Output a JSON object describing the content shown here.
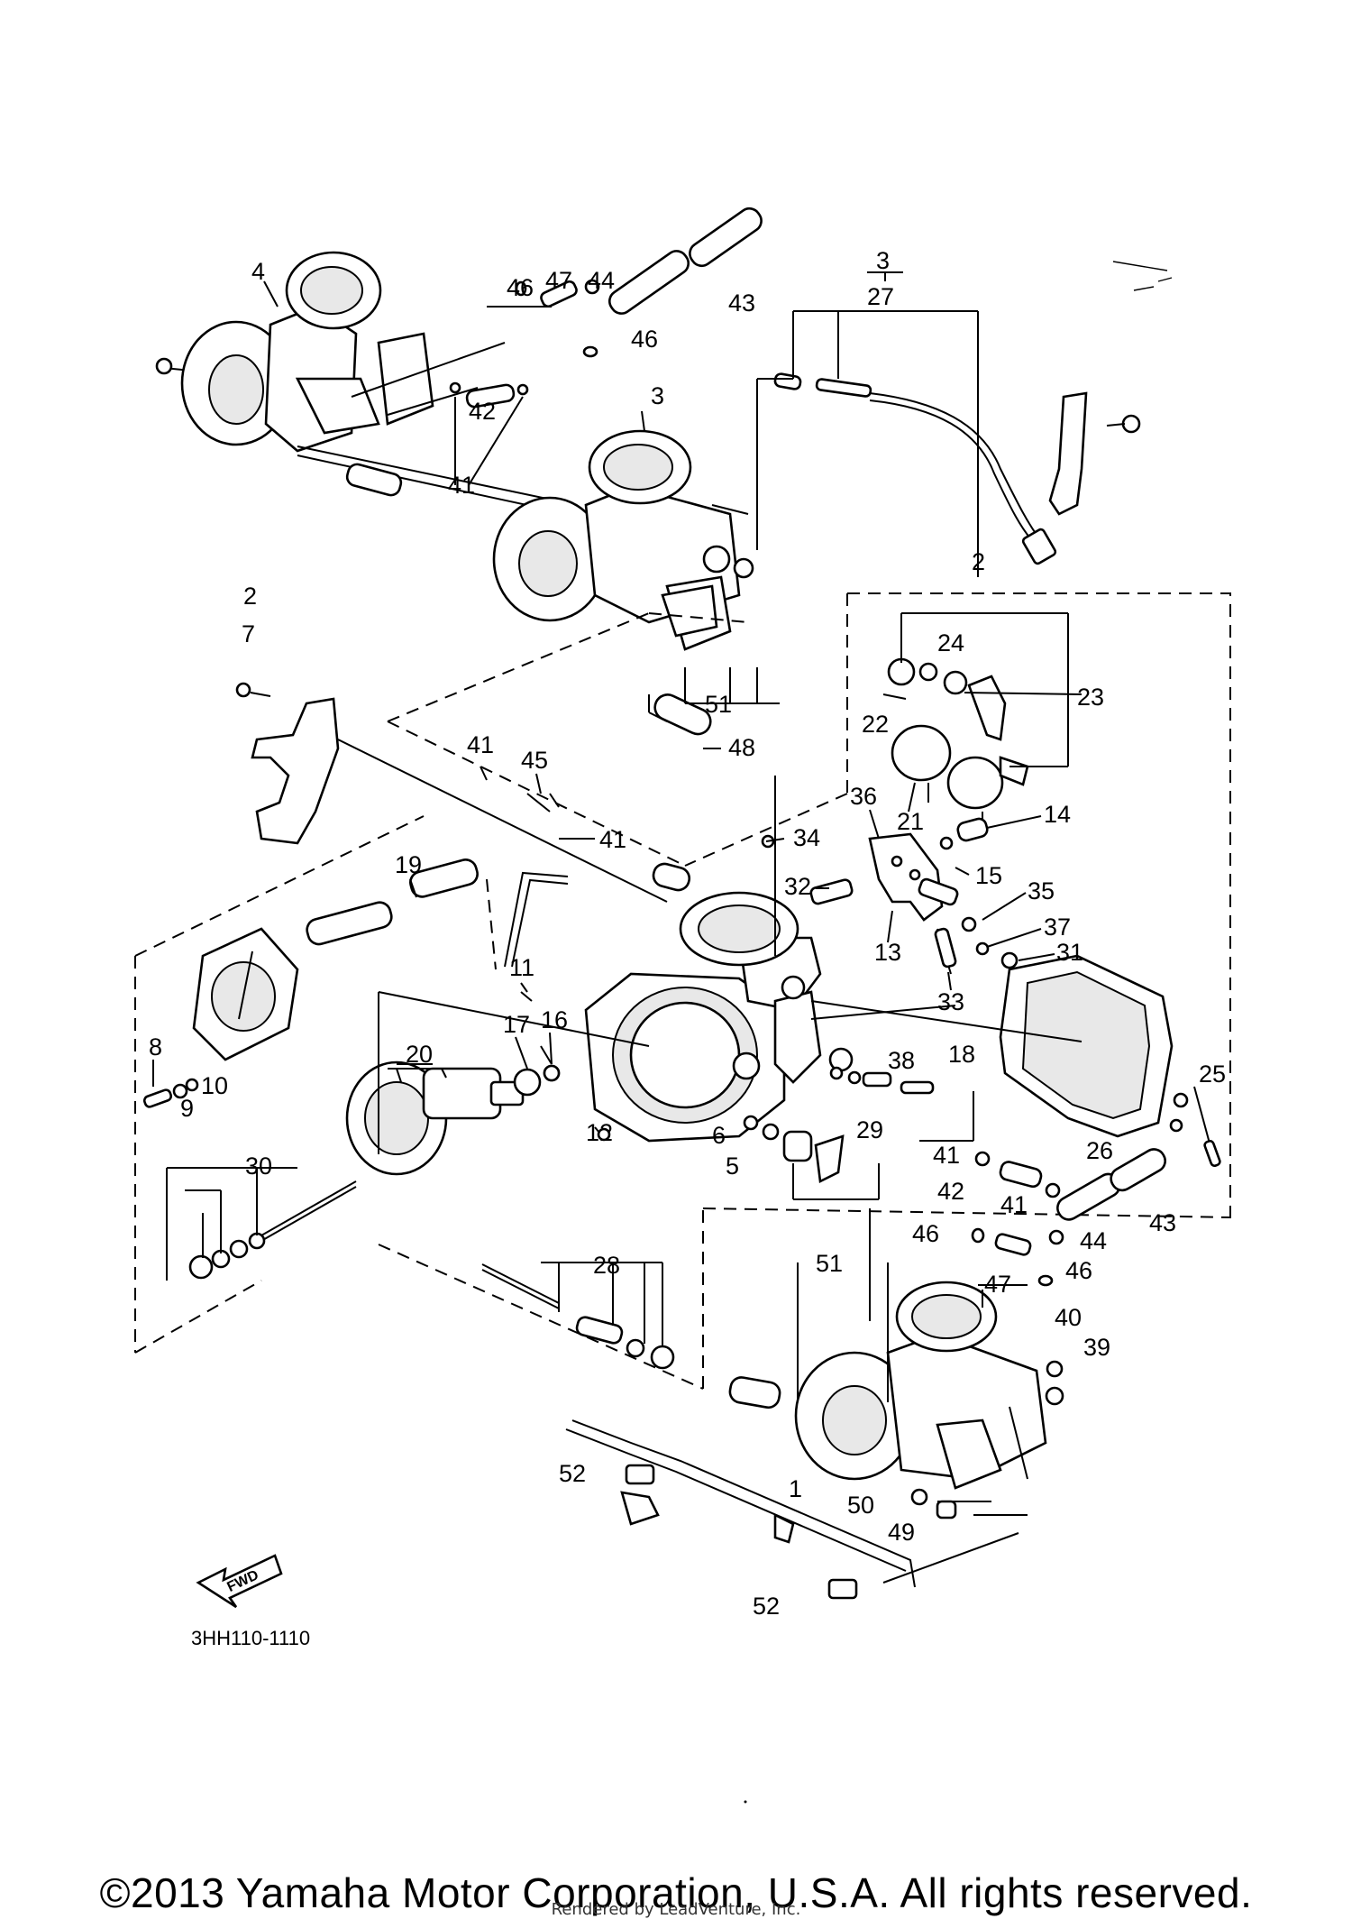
{
  "diagram": {
    "code": "3HH110-1110",
    "fwd_label": "FWD",
    "callouts": {
      "c1": "1",
      "c2a": "2",
      "c2b": "2",
      "c3a": "3",
      "c3b": "3",
      "c4": "4",
      "c5": "5",
      "c6": "6",
      "c7": "7",
      "c8": "8",
      "c9": "9",
      "c10": "10",
      "c11": "11",
      "c12": "12",
      "c13": "13",
      "c14": "14",
      "c15": "15",
      "c16": "16",
      "c17": "17",
      "c18": "18",
      "c19": "19",
      "c20": "20",
      "c21": "21",
      "c22": "22",
      "c23": "23",
      "c24": "24",
      "c25": "25",
      "c26": "26",
      "c27": "27",
      "c28": "28",
      "c29": "29",
      "c30": "30",
      "c31": "31",
      "c32": "32",
      "c33": "33",
      "c34": "34",
      "c35": "35",
      "c36": "36",
      "c37": "37",
      "c38": "38",
      "c39": "39",
      "c40": "40",
      "c41a": "41",
      "c41b": "41",
      "c41c": "41",
      "c41d": "41",
      "c41e": "41",
      "c42a": "42",
      "c42b": "42",
      "c43a": "43",
      "c43b": "43",
      "c44a": "44",
      "c44b": "44",
      "c45": "45",
      "c46a": "46",
      "c46b": "46",
      "c46c": "46",
      "c46d": "46",
      "c47a": "47",
      "c47b": "47",
      "c48": "48",
      "c49": "49",
      "c50": "50",
      "c51a": "51",
      "c51b": "51",
      "c52a": "52",
      "c52b": "52"
    }
  },
  "footer": {
    "copyright": "©2013 Yamaha Motor Corporation, U.S.A. All rights reserved.",
    "rendered_by": "Rendered by LeadVenture, Inc."
  }
}
